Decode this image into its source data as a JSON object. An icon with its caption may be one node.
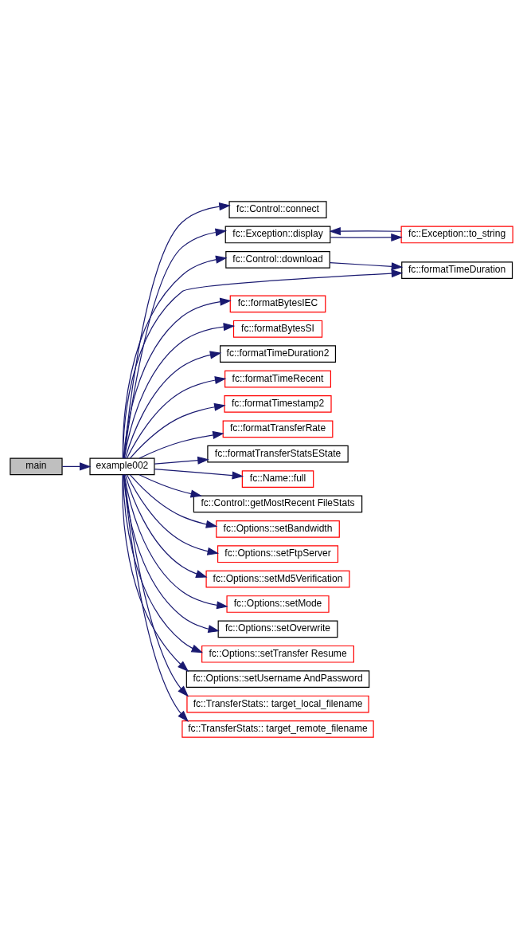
{
  "diagram": {
    "nodes": [
      {
        "text": [
          "main"
        ]
      },
      {
        "text": [
          "example002"
        ]
      },
      {
        "text": [
          "fc::Control::connect"
        ]
      },
      {
        "text": [
          "fc::Exception::display"
        ]
      },
      {
        "text": [
          "fc::Exception::to_string"
        ]
      },
      {
        "text": [
          "fc::Control::download"
        ]
      },
      {
        "text": [
          "fc::formatTimeDuration"
        ]
      },
      {
        "text": [
          "fc::formatBytesIEC"
        ]
      },
      {
        "text": [
          "fc::formatBytesSI"
        ]
      },
      {
        "text": [
          "fc::formatTimeDuration2"
        ]
      },
      {
        "text": [
          "fc::formatTimeRecent"
        ]
      },
      {
        "text": [
          "fc::formatTimestamp2"
        ]
      },
      {
        "text": [
          "fc::formatTransferRate"
        ]
      },
      {
        "text": [
          "fc::formatTransferStatsEState"
        ]
      },
      {
        "text": [
          "fc::Name::full"
        ]
      },
      {
        "text": [
          "fc::Control::getMostRecent FileStats"
        ]
      },
      {
        "text": [
          "fc::Options::setBandwidth"
        ]
      },
      {
        "text": [
          "fc::Options::setFtpServer"
        ]
      },
      {
        "text": [
          "fc::Options::setMd5Verification"
        ]
      },
      {
        "text": [
          "fc::Options::setMode"
        ]
      },
      {
        "text": [
          "fc::Options::setOverwrite"
        ]
      },
      {
        "text": [
          "fc::Options::setTransfer Resume"
        ]
      },
      {
        "text": [
          "fc::Options::setUsername AndPassword"
        ]
      },
      {
        "text": [
          "fc::TransferStats:: target_local_filename"
        ]
      },
      {
        "text": [
          "fc::TransferStats:: target_remote_filename"
        ]
      }
    ],
    "edges": [
      {
        "from": 0,
        "to": 1,
        "arrow": "to"
      },
      {
        "from": 1,
        "to": 2,
        "arrow": "to"
      },
      {
        "from": 1,
        "to": 3,
        "arrow": "to"
      },
      {
        "from": 3,
        "to": 4,
        "arrow": "to"
      },
      {
        "from": 4,
        "to": 3,
        "arrow": "to"
      },
      {
        "from": 1,
        "to": 5,
        "arrow": "to"
      },
      {
        "from": 5,
        "to": 6,
        "arrow": "to"
      },
      {
        "from": 1,
        "to": 6,
        "arrow": "to"
      },
      {
        "from": 1,
        "to": 7,
        "arrow": "to"
      },
      {
        "from": 1,
        "to": 8,
        "arrow": "to"
      },
      {
        "from": 1,
        "to": 9,
        "arrow": "to"
      },
      {
        "from": 1,
        "to": 10,
        "arrow": "to"
      },
      {
        "from": 1,
        "to": 11,
        "arrow": "to"
      },
      {
        "from": 1,
        "to": 12,
        "arrow": "to"
      },
      {
        "from": 1,
        "to": 13,
        "arrow": "to"
      },
      {
        "from": 1,
        "to": 14,
        "arrow": "to"
      },
      {
        "from": 1,
        "to": 15,
        "arrow": "to"
      },
      {
        "from": 1,
        "to": 16,
        "arrow": "to"
      },
      {
        "from": 1,
        "to": 17,
        "arrow": "to"
      },
      {
        "from": 1,
        "to": 18,
        "arrow": "to"
      },
      {
        "from": 1,
        "to": 19,
        "arrow": "to"
      },
      {
        "from": 1,
        "to": 20,
        "arrow": "to"
      },
      {
        "from": 1,
        "to": 21,
        "arrow": "to"
      },
      {
        "from": 1,
        "to": 22,
        "arrow": "to"
      },
      {
        "from": 1,
        "to": 23,
        "arrow": "to"
      },
      {
        "from": 1,
        "to": 24,
        "arrow": "to"
      }
    ]
  }
}
